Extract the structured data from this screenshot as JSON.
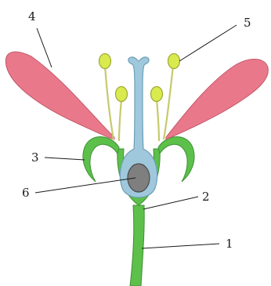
{
  "diagram": {
    "callouts": [
      {
        "id": "1",
        "label": "1"
      },
      {
        "id": "2",
        "label": "2"
      },
      {
        "id": "3",
        "label": "3"
      },
      {
        "id": "4",
        "label": "4"
      },
      {
        "id": "5",
        "label": "5"
      },
      {
        "id": "6",
        "label": "6"
      }
    ]
  },
  "colors": {
    "stem": "#5cc04a",
    "stem_outline": "#3f8f35",
    "petal": "#e9798a",
    "petal_outline": "#c2596b",
    "pistil": "#9fc8dc",
    "pistil_outline": "#6c9fb6",
    "ovule": "#7f7f7f",
    "ovule_outline": "#4a4a4a",
    "anther": "#d9ea4f",
    "anther_outline": "#a0a832",
    "filament": "#c7c96d",
    "leader": "#1a1a1a"
  }
}
